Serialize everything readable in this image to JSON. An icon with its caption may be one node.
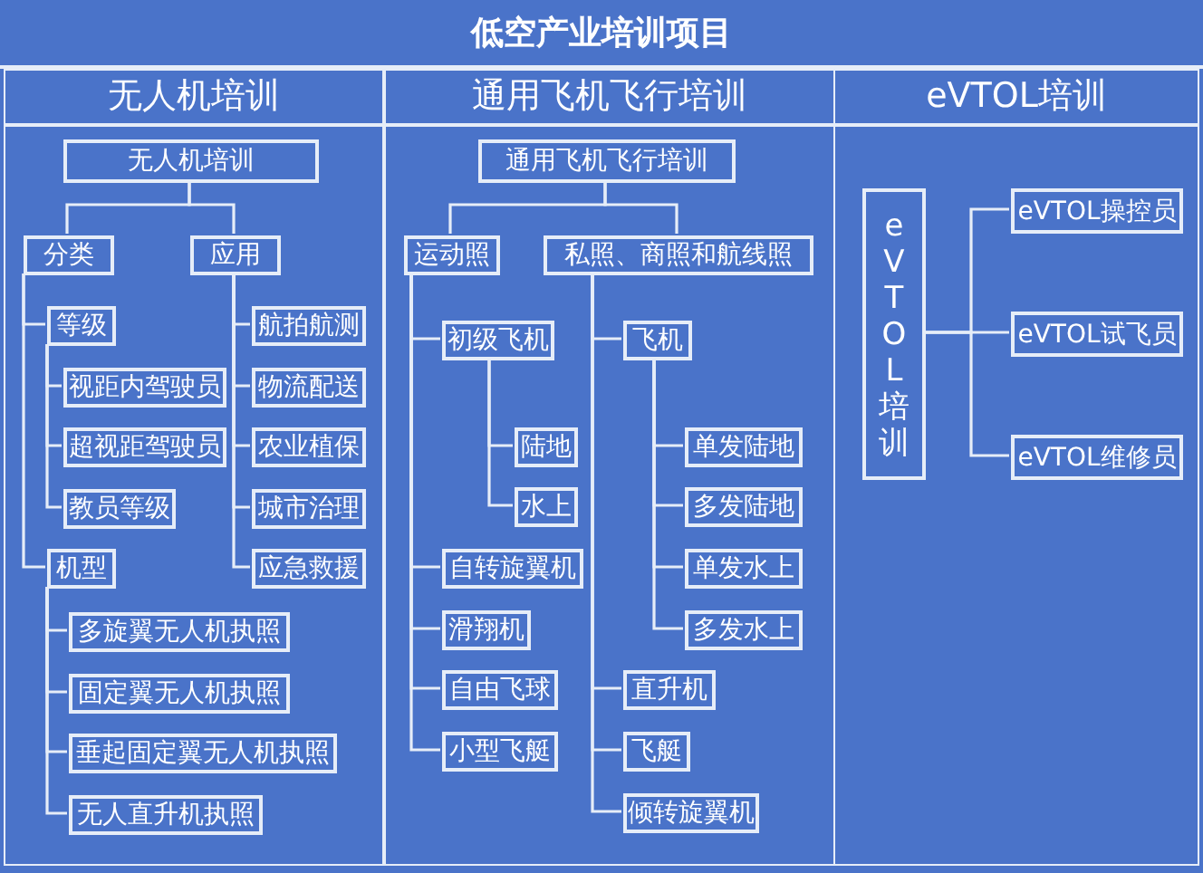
{
  "diagram": {
    "title": "低空产业培训项目",
    "nodes": [
      {
        "text": [
          "无人机培训"
        ]
      },
      {
        "text": [
          "无人机培训"
        ],
        "in": 0
      },
      {
        "text": [
          "分类"
        ],
        "in": 0
      },
      {
        "text": [
          "应用"
        ],
        "in": 0
      },
      {
        "text": [
          "等级"
        ],
        "in": 0
      },
      {
        "text": [
          "视距内驾驶员"
        ],
        "in": 0
      },
      {
        "text": [
          "超视距驾驶员"
        ],
        "in": 0
      },
      {
        "text": [
          "教员等级"
        ],
        "in": 0
      },
      {
        "text": [
          "机型"
        ],
        "in": 0
      },
      {
        "text": [
          "多旋翼无人机执照"
        ],
        "in": 0
      },
      {
        "text": [
          "固定翼无人机执照"
        ],
        "in": 0
      },
      {
        "text": [
          "垂起固定翼无人机执照"
        ],
        "in": 0
      },
      {
        "text": [
          "无人直升机执照"
        ],
        "in": 0
      },
      {
        "text": [
          "航拍航测"
        ],
        "in": 0
      },
      {
        "text": [
          "物流配送"
        ],
        "in": 0
      },
      {
        "text": [
          "农业植保"
        ],
        "in": 0
      },
      {
        "text": [
          "城市治理"
        ],
        "in": 0
      },
      {
        "text": [
          "应急救援"
        ],
        "in": 0
      },
      {
        "text": [
          "通用飞机飞行培训"
        ]
      },
      {
        "text": [
          "通用飞机飞行培训"
        ],
        "in": 18
      },
      {
        "text": [
          "运动照"
        ],
        "in": 18
      },
      {
        "text": [
          "私照、商照和航线照"
        ],
        "in": 18
      },
      {
        "text": [
          "初级飞机"
        ],
        "in": 18
      },
      {
        "text": [
          "陆地"
        ],
        "in": 18
      },
      {
        "text": [
          "水上"
        ],
        "in": 18
      },
      {
        "text": [
          "自转旋翼机"
        ],
        "in": 18
      },
      {
        "text": [
          "滑翔机"
        ],
        "in": 18
      },
      {
        "text": [
          "自由飞球"
        ],
        "in": 18
      },
      {
        "text": [
          "小型飞艇"
        ],
        "in": 18
      },
      {
        "text": [
          "飞机"
        ],
        "in": 18
      },
      {
        "text": [
          "单发陆地"
        ],
        "in": 18
      },
      {
        "text": [
          "多发陆地"
        ],
        "in": 18
      },
      {
        "text": [
          "单发水上"
        ],
        "in": 18
      },
      {
        "text": [
          "多发水上"
        ],
        "in": 18
      },
      {
        "text": [
          "直升机"
        ],
        "in": 18
      },
      {
        "text": [
          "飞艇"
        ],
        "in": 18
      },
      {
        "text": [
          "倾转旋翼机"
        ],
        "in": 18
      },
      {
        "text": [
          "eVTOL培训"
        ]
      },
      {
        "text": [
          "eVTOL培训"
        ],
        "in": 37
      },
      {
        "text": [
          "eVTOL操控员"
        ],
        "in": 37
      },
      {
        "text": [
          "eVTOL试飞员"
        ],
        "in": 37
      },
      {
        "text": [
          "eVTOL维修员"
        ],
        "in": 37
      }
    ],
    "edges": [
      {
        "from": 1,
        "to": 2,
        "arrow": "none"
      },
      {
        "from": 1,
        "to": 3,
        "arrow": "none"
      },
      {
        "from": 2,
        "to": 4,
        "arrow": "none"
      },
      {
        "from": 4,
        "to": 5,
        "arrow": "none"
      },
      {
        "from": 4,
        "to": 6,
        "arrow": "none"
      },
      {
        "from": 4,
        "to": 7,
        "arrow": "none"
      },
      {
        "from": 2,
        "to": 8,
        "arrow": "none"
      },
      {
        "from": 8,
        "to": 9,
        "arrow": "none"
      },
      {
        "from": 8,
        "to": 10,
        "arrow": "none"
      },
      {
        "from": 8,
        "to": 11,
        "arrow": "none"
      },
      {
        "from": 8,
        "to": 12,
        "arrow": "none"
      },
      {
        "from": 3,
        "to": 13,
        "arrow": "none"
      },
      {
        "from": 3,
        "to": 14,
        "arrow": "none"
      },
      {
        "from": 3,
        "to": 15,
        "arrow": "none"
      },
      {
        "from": 3,
        "to": 16,
        "arrow": "none"
      },
      {
        "from": 3,
        "to": 17,
        "arrow": "none"
      },
      {
        "from": 19,
        "to": 20,
        "arrow": "none"
      },
      {
        "from": 19,
        "to": 21,
        "arrow": "none"
      },
      {
        "from": 20,
        "to": 22,
        "arrow": "none"
      },
      {
        "from": 22,
        "to": 23,
        "arrow": "none"
      },
      {
        "from": 22,
        "to": 24,
        "arrow": "none"
      },
      {
        "from": 20,
        "to": 25,
        "arrow": "none"
      },
      {
        "from": 20,
        "to": 26,
        "arrow": "none"
      },
      {
        "from": 20,
        "to": 27,
        "arrow": "none"
      },
      {
        "from": 20,
        "to": 28,
        "arrow": "none"
      },
      {
        "from": 21,
        "to": 29,
        "arrow": "none"
      },
      {
        "from": 29,
        "to": 30,
        "arrow": "none"
      },
      {
        "from": 29,
        "to": 31,
        "arrow": "none"
      },
      {
        "from": 29,
        "to": 32,
        "arrow": "none"
      },
      {
        "from": 29,
        "to": 33,
        "arrow": "none"
      },
      {
        "from": 21,
        "to": 34,
        "arrow": "none"
      },
      {
        "from": 21,
        "to": 35,
        "arrow": "none"
      },
      {
        "from": 21,
        "to": 36,
        "arrow": "none"
      },
      {
        "from": 38,
        "to": 39,
        "arrow": "none"
      },
      {
        "from": 38,
        "to": 40,
        "arrow": "none"
      },
      {
        "from": 38,
        "to": 41,
        "arrow": "none"
      }
    ]
  }
}
